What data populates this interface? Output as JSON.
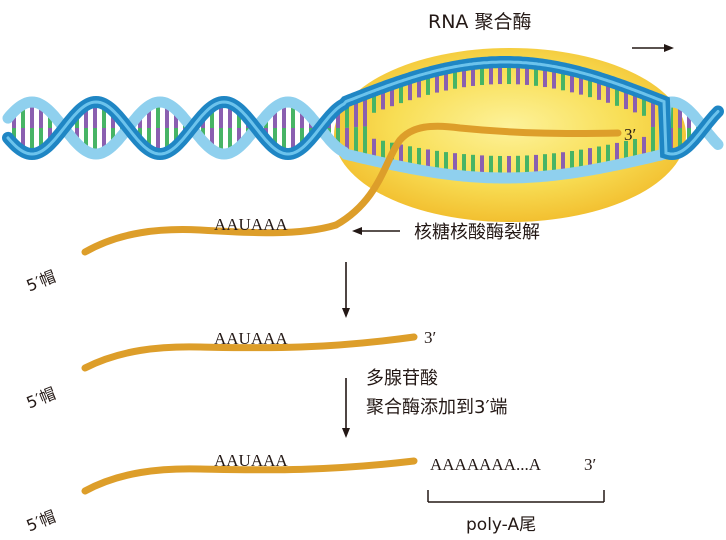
{
  "labels": {
    "enzyme": "RNA 聚合酶",
    "three_prime": "3′",
    "five_prime_cap": "5′帽",
    "signal": "AAUAAA",
    "nuclease": "核糖核酸酶裂解",
    "polya_step_line1": "多腺苷酸",
    "polya_step_line2": "聚合酶添加到3′端",
    "polya_seq": "AAAAAAA...A",
    "polya_tail": "poly-A尾"
  },
  "colors": {
    "dna_backbone_dark": "#1f86c4",
    "dna_backbone_light": "#8fd0ee",
    "base_purple": "#8a5fb0",
    "base_green": "#47b465",
    "rna_strand": "#dd9e2a",
    "polymerase_fill": "#f9dd55",
    "polymerase_edge": "#f0b51e",
    "text": "#231815"
  },
  "icons": {
    "direction_arrow": "right-arrow-icon",
    "step_arrow": "down-arrow-icon",
    "cleavage_arrow": "left-arrow-icon"
  }
}
